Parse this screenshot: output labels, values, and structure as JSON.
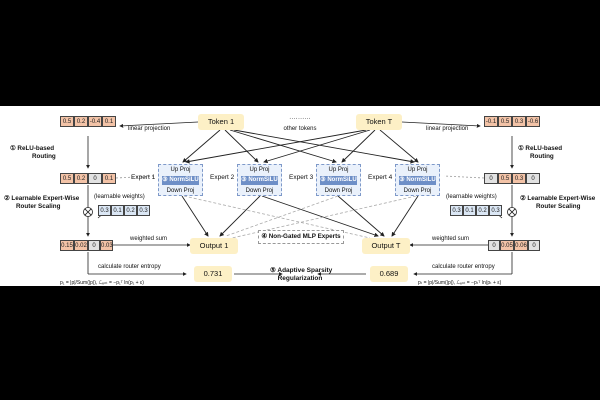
{
  "tokens": {
    "token1": "Token 1",
    "tokenT": "Token T",
    "other": "··········",
    "other_label": "other tokens"
  },
  "left": {
    "logits": [
      "0.5",
      "0.2",
      "-0.4",
      "0.1"
    ],
    "linear_projection": "linear projection",
    "relu_routing": [
      "① ReLU-based",
      "Routing"
    ],
    "relu_out": [
      "0.5",
      "0.2",
      "0",
      "0.1"
    ],
    "learnable_weights_label": "(learnable weights)",
    "weights": [
      "0.3",
      "0.1",
      "0.2",
      "0.3"
    ],
    "scaling": [
      "② Learnable Expert-Wise",
      "Router Scaling"
    ],
    "scaled": [
      "0.15",
      "0.02",
      "0",
      "0.03"
    ],
    "weighted_sum": "weighted sum",
    "entropy_label": "calculate router entropy",
    "output": "Output 1",
    "entropy_value": "0.731",
    "formula": "p₁ = |p|/Sum(|p|),   ℒₑₙₜ = −p₁ᵀ ln(p₁ + ε)"
  },
  "right": {
    "logits": [
      "-0.1",
      "0.5",
      "0.3",
      "-0.6"
    ],
    "linear_projection": "linear projection",
    "relu_routing": [
      "① ReLU-based",
      "Routing"
    ],
    "relu_out": [
      "0",
      "0.5",
      "0.3",
      "0"
    ],
    "learnable_weights_label": "(learnable weights)",
    "weights": [
      "0.3",
      "0.1",
      "0.2",
      "0.3"
    ],
    "scaling": [
      "② Learnable Expert-Wise",
      "Router Scaling"
    ],
    "scaled": [
      "0",
      "0.05",
      "0.06",
      "0"
    ],
    "weighted_sum": "weighted sum",
    "entropy_label": "calculate router entropy",
    "output": "Output T",
    "entropy_value": "0.689",
    "formula": "pₜ = |p|/Sum(|p|),   ℒₑₙₜ = −pₜᵀ ln(pₜ + ε)"
  },
  "experts": [
    {
      "label": "Expert 1",
      "up": "Up Proj",
      "norm": "③ NormSiLU",
      "down": "Down Proj"
    },
    {
      "label": "Expert 2",
      "up": "Up Proj",
      "norm": "③ NormSiLU",
      "down": "Down Proj"
    },
    {
      "label": "Expert 3",
      "up": "Up Proj",
      "norm": "③ NormSiLU",
      "down": "Down Proj"
    },
    {
      "label": "Expert 4",
      "up": "Up Proj",
      "norm": "③ NormSiLU",
      "down": "Down Proj"
    }
  ],
  "non_gated": "④ Non-Gated MLP Experts",
  "sparsity": [
    "⑤ Adaptive Sparsity",
    "Regularization"
  ],
  "colors": {
    "orange_cell": "#f3c3a7",
    "gray_cell": "#e2e2e2",
    "blue_cell": "#dbe7f5",
    "yellow_box": "#fdf0c6",
    "expert_bg": "#eaf1fb",
    "norm_bar": "#6e8fc7"
  }
}
